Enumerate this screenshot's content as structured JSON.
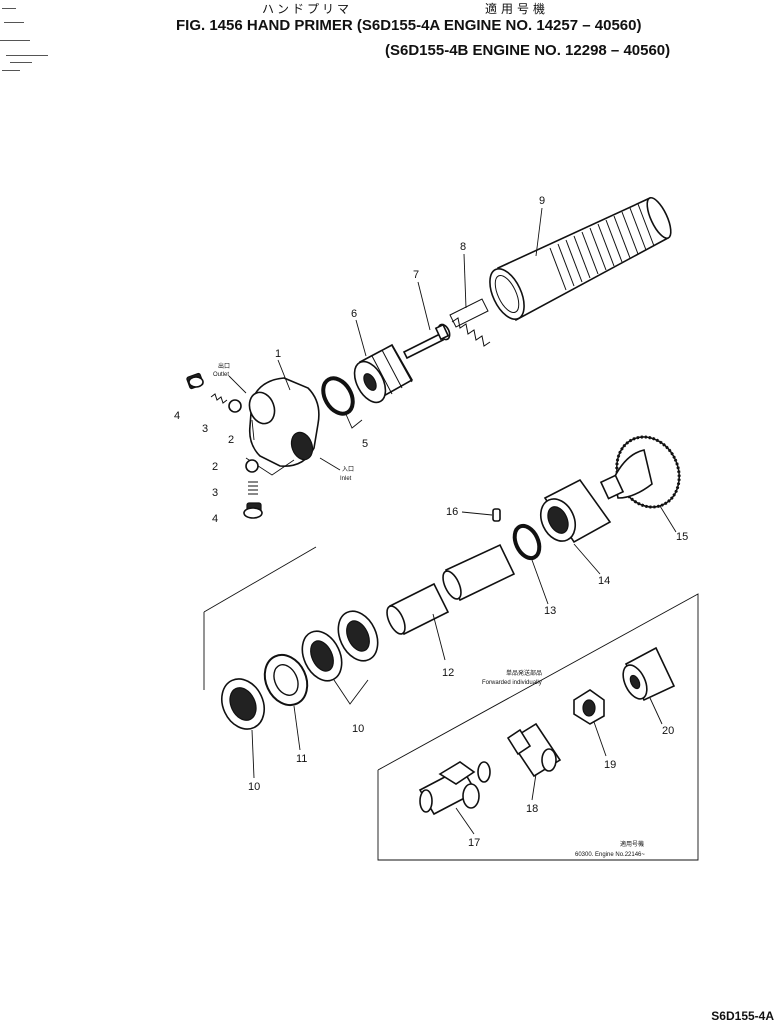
{
  "header": {
    "jp_title": "ハンドプリマ",
    "jp_applicability": "適用号機",
    "line1": "FIG. 1456  HAND PRIMER (S6D155-4A  ENGINE NO. 14257 – 40560)",
    "line2": "(S6D155-4B  ENGINE NO. 12298 – 40560)"
  },
  "annotations": {
    "outlet_jp": "出口",
    "outlet_en": "Outlet",
    "inlet_jp": "入口",
    "inlet_en": "Inlet",
    "forwarded_jp": "単品発送部品",
    "forwarded_en": "Forwarded individually",
    "applic_jp": "適用号機",
    "applic_en": "60300. Engine No.22146~"
  },
  "callouts": {
    "c1": "1",
    "c2a": "2",
    "c2b": "2",
    "c3a": "3",
    "c3b": "3",
    "c4a": "4",
    "c4b": "4",
    "c5": "5",
    "c6": "6",
    "c7": "7",
    "c8": "8",
    "c9": "9",
    "c10a": "10",
    "c10b": "10",
    "c11": "11",
    "c12": "12",
    "c13": "13",
    "c14": "14",
    "c15": "15",
    "c16": "16",
    "c17": "17",
    "c18": "18",
    "c19": "19",
    "c20": "20"
  },
  "footer": "S6D155-4A"
}
